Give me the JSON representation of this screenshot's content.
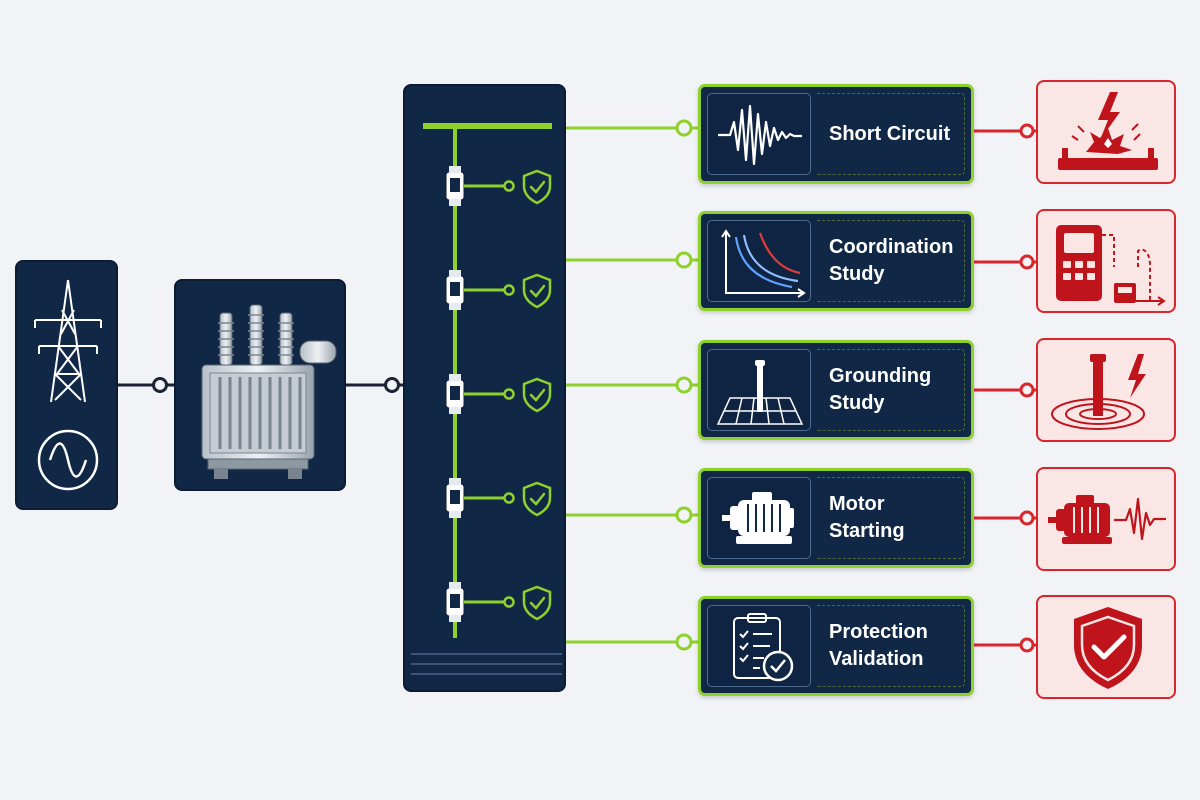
{
  "diagram": {
    "nodes": {
      "source": {
        "icons": [
          "transmission-tower-icon",
          "ac-sine-icon"
        ]
      },
      "transformer": {
        "icon": "power-transformer-icon"
      },
      "switchgear": {
        "feeder_count": 5,
        "breaker_icon": "circuit-breaker-icon",
        "status_icon": "protection-shield-check-icon"
      }
    },
    "studies": [
      {
        "id": "short-circuit",
        "lines": [
          "Short Circuit"
        ],
        "icon": "fault-waveform-icon",
        "result_icon": "arc-flash-fault-icon"
      },
      {
        "id": "coordination",
        "lines": [
          "Coordination",
          "Study"
        ],
        "icon": "time-current-curve-icon",
        "result_icon": "relay-test-set-icon"
      },
      {
        "id": "grounding",
        "lines": [
          "Grounding",
          "Study"
        ],
        "icon": "ground-grid-rod-icon",
        "result_icon": "ground-potential-rise-icon"
      },
      {
        "id": "motor-starting",
        "lines": [
          "Motor",
          "Starting"
        ],
        "icon": "motor-icon",
        "result_icon": "motor-voltage-dip-icon"
      },
      {
        "id": "protection-validation",
        "lines": [
          "Protection",
          "Validation"
        ],
        "icon": "checklist-icon",
        "result_icon": "shield-check-icon"
      }
    ],
    "colors": {
      "panel": "#102746",
      "accent_green": "#8fd12c",
      "alert_red": "#d9262d",
      "alert_fill": "#fbe6e6",
      "background": "#f1f3f6"
    }
  }
}
